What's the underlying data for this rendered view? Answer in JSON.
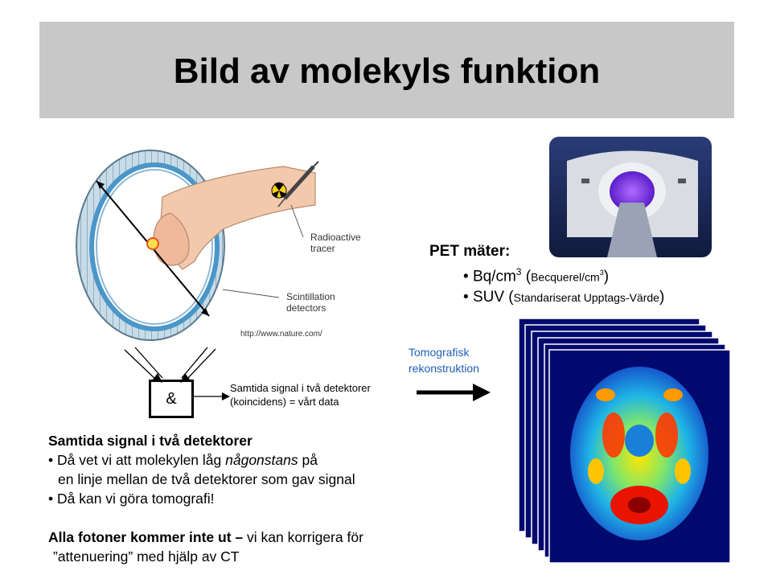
{
  "title": "Bild av molekyls funktion",
  "diagram": {
    "label_tracer": [
      "Radioactive",
      "tracer"
    ],
    "label_detectors": [
      "Scintillation",
      "detectors"
    ],
    "source": "http://www.nature.com/"
  },
  "coincidence": {
    "symbol": "&",
    "note_line1": "Samtida signal i två detektorer",
    "note_line2": "(koincidens) = vårt data"
  },
  "pet": {
    "heading": "PET mäter:",
    "item1_main": "Bq/cm",
    "item1_sup": "3",
    "item1_open": "(",
    "item1_small": "Becquerel/cm",
    "item1_small_sup": "3",
    "item1_close": ")",
    "item2_main": "SUV (",
    "item2_small": "Standariserat Upptags-Värde",
    "item2_close": ")"
  },
  "recon": {
    "line1": "Tomografisk",
    "line2": "rekonstruktion"
  },
  "text": {
    "heading": "Samtida signal i två detektorer",
    "b1_pre": "Då vet vi att molekylen låg ",
    "b1_em": "någonstans",
    "b1_post": " på",
    "b1_cont": "en linje mellan de två detektorer som gav signal",
    "b2": "Då kan vi göra tomografi!",
    "p2_bold": "Alla fotoner kommer inte ut –",
    "p2_rest": " vi kan korrigera för",
    "p2_cont": "”attenuering” med hjälp av CT"
  },
  "colors": {
    "title_bg": "#c8c8c8",
    "recon_text": "#1f5fb8",
    "scan_bg": "#000a6e"
  }
}
